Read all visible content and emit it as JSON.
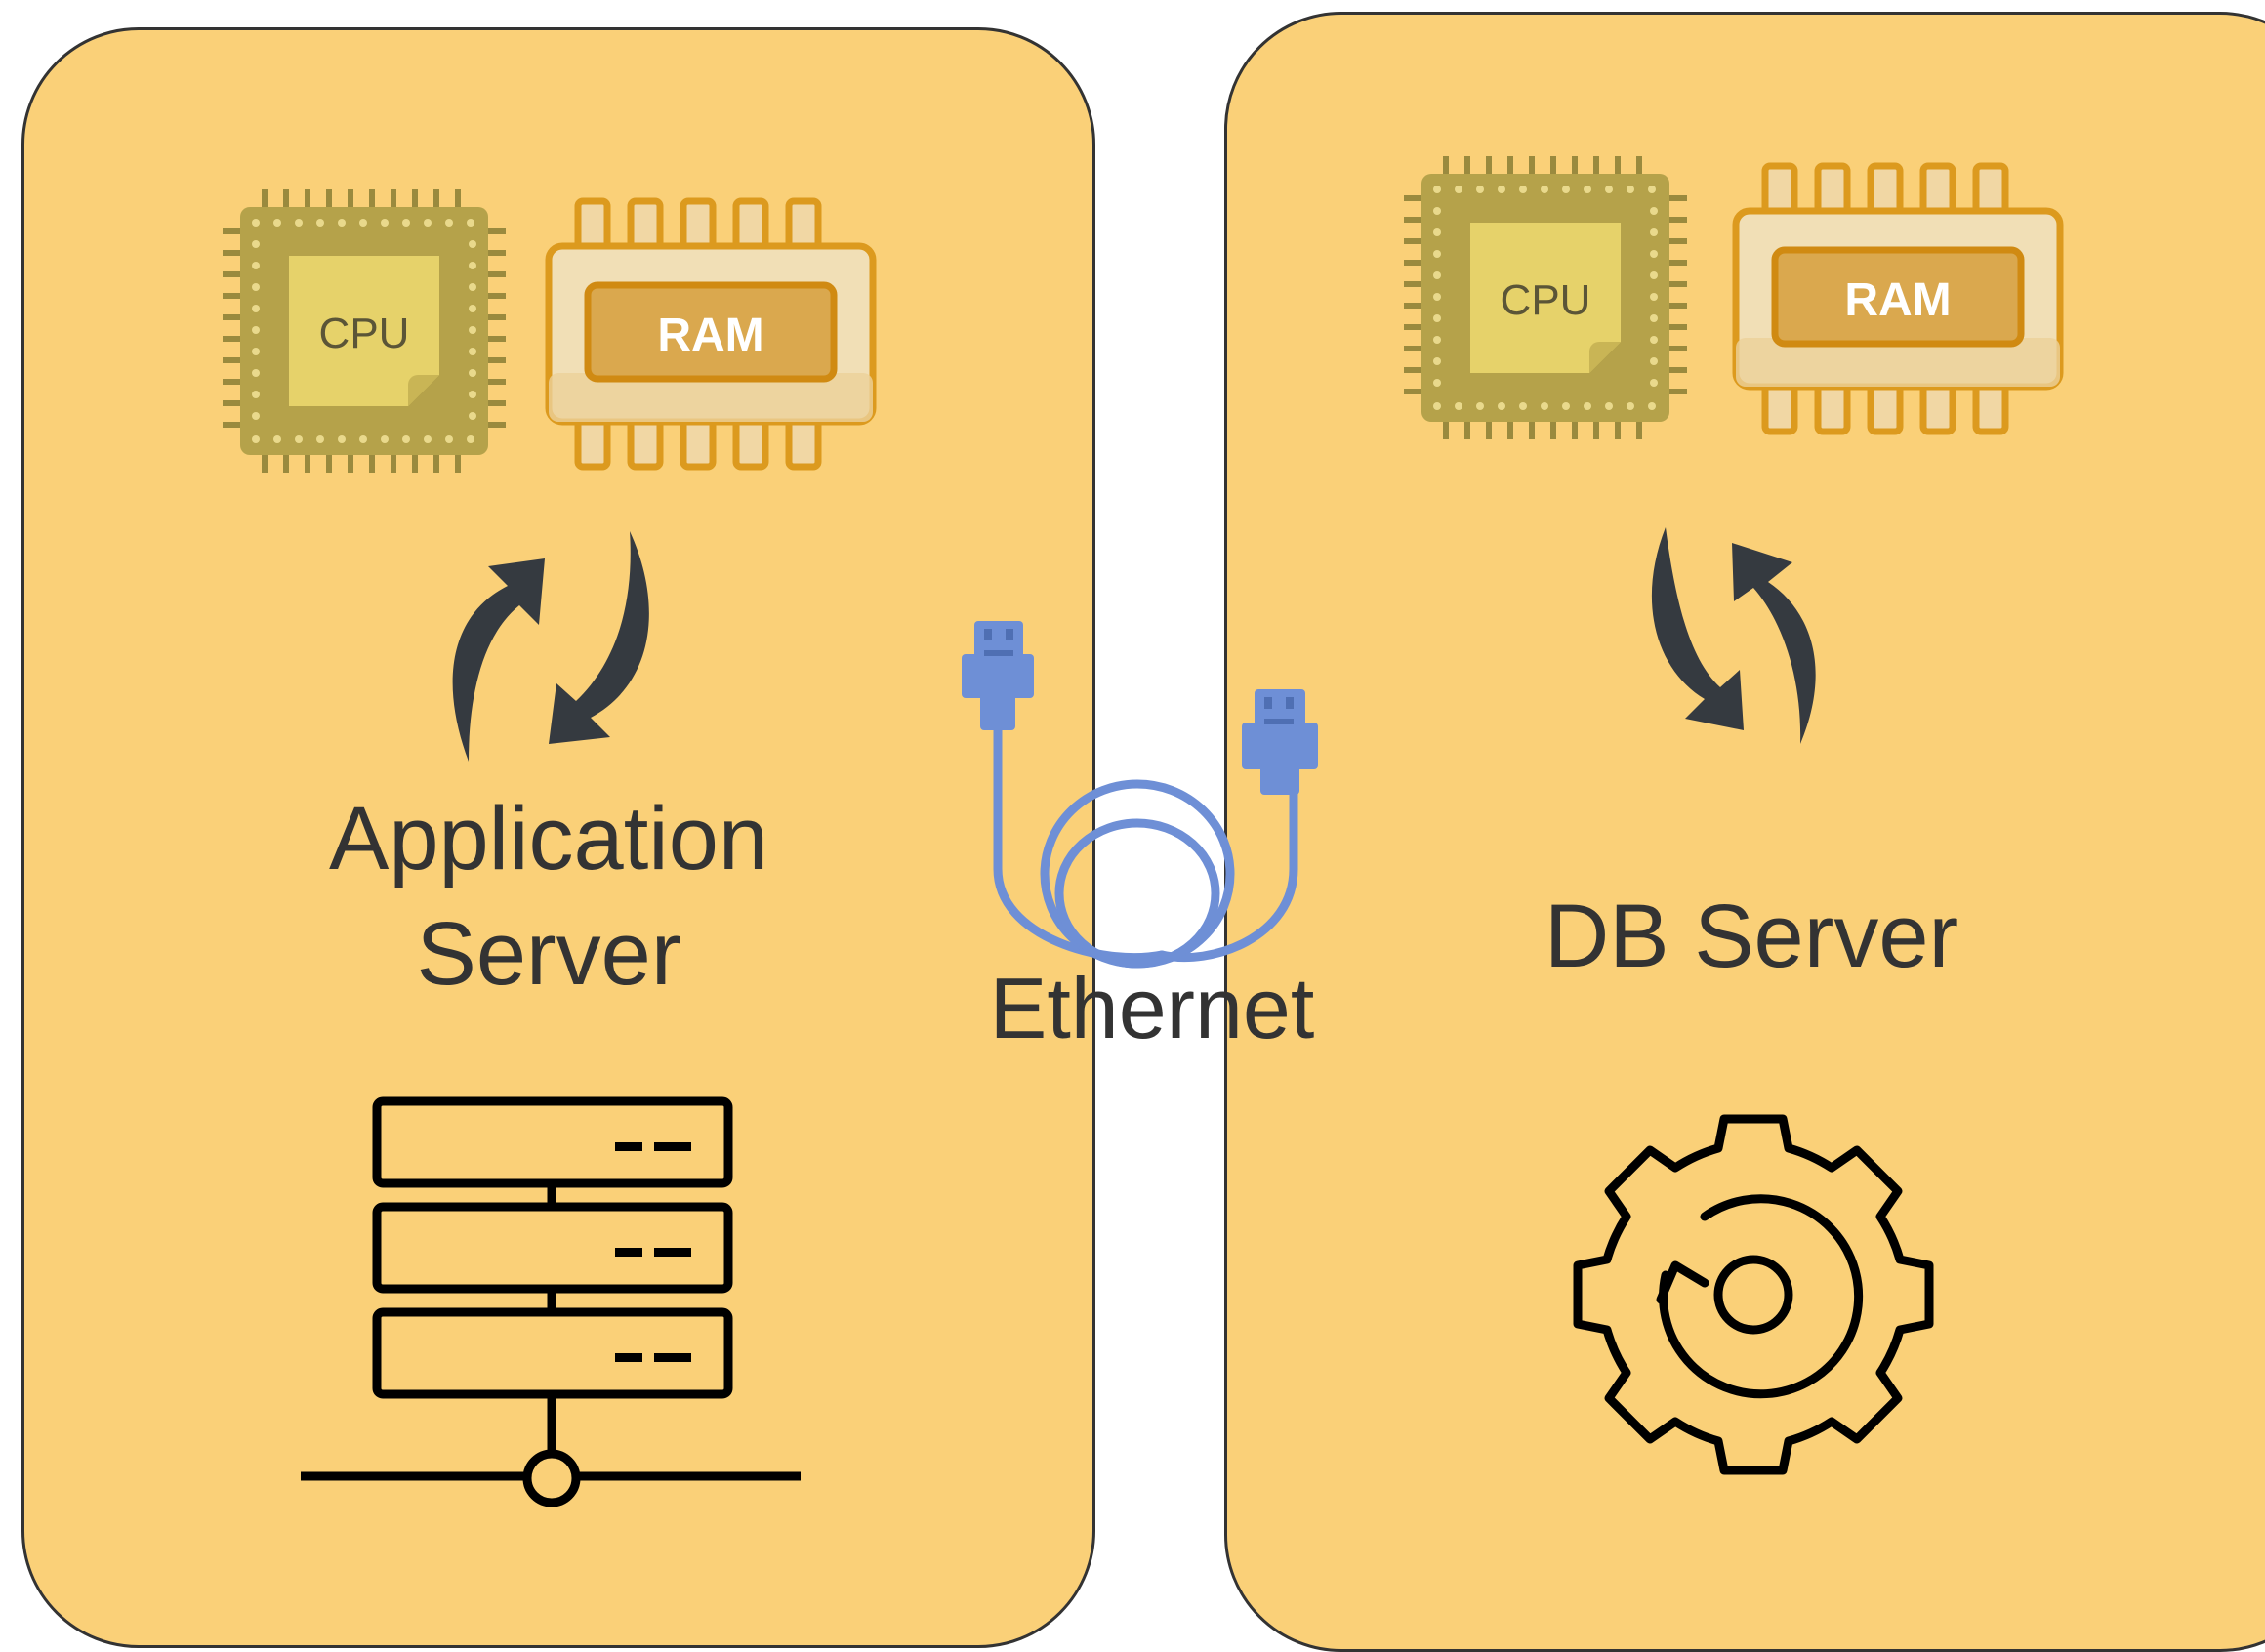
{
  "app_server": {
    "title_line1": "Application",
    "title_line2": "Server",
    "cpu_label": "CPU",
    "ram_label": "RAM"
  },
  "db_server": {
    "title": "DB Server",
    "cpu_label": "CPU",
    "ram_label": "RAM"
  },
  "connection": {
    "label": "Ethernet"
  },
  "colors": {
    "panel_fill": "#fad078",
    "panel_border": "#333333",
    "cable_blue": "#6e8fd6",
    "arrow_dark": "#353a40",
    "cpu_olive": "#b5a24a",
    "ram_orange": "#dc9a1e"
  },
  "icons": [
    "cpu-chip-icon",
    "ram-module-icon",
    "sync-arrows-icon",
    "server-rack-icon",
    "gear-sync-icon",
    "ethernet-cable-icon"
  ]
}
